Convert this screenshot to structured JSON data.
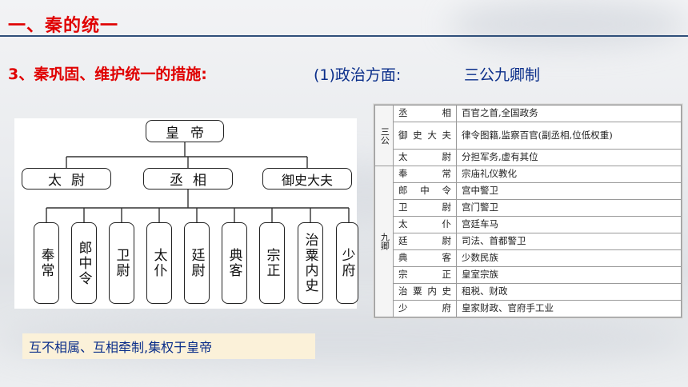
{
  "heading": {
    "title": "一、秦的统一"
  },
  "subheading": {
    "measure": "3、秦巩固、维护统一的措施:",
    "aspect": "(1)政治方面:",
    "system": "三公九卿制"
  },
  "org_chart": {
    "emperor": "皇帝",
    "three_dukes": [
      "太尉",
      "丞相",
      "御史大夫"
    ],
    "nine_ministers": [
      "奉常",
      "郎中令",
      "卫尉",
      "太仆",
      "廷尉",
      "典客",
      "宗正",
      "治粟内史",
      "少府"
    ]
  },
  "duties_table": {
    "groups": {
      "three": "三公",
      "nine": "九卿"
    },
    "three_rows": [
      {
        "office": "丞相",
        "duty": "百官之首,全国政务"
      },
      {
        "office": "御史大夫",
        "duty": "律令图籍,监察百官(副丞相,位低权重)"
      },
      {
        "office": "太尉",
        "duty": "分担军务,虚有其位"
      }
    ],
    "nine_rows": [
      {
        "office": "奉常",
        "duty": "宗庙礼仪教化"
      },
      {
        "office": "郎中令",
        "duty": "宫中警卫"
      },
      {
        "office": "卫尉",
        "duty": "宫门警卫"
      },
      {
        "office": "太仆",
        "duty": "宫廷车马"
      },
      {
        "office": "廷尉",
        "duty": "司法、首都警卫"
      },
      {
        "office": "典客",
        "duty": "少数民族"
      },
      {
        "office": "宗正",
        "duty": "皇室宗族"
      },
      {
        "office": "治粟内史",
        "duty": "租税、财政"
      },
      {
        "office": "少府",
        "duty": "皇家财政、官府手工业"
      }
    ]
  },
  "note": "互不相属、互相牵制,集权于皇帝"
}
